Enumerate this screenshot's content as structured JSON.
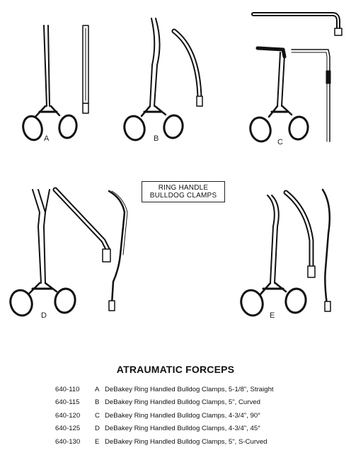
{
  "box_title": {
    "line1": "RING HANDLE",
    "line2": "BULLDOG CLAMPS"
  },
  "heading": "ATRAUMATIC FORCEPS",
  "figure_letters": [
    "A",
    "B",
    "C",
    "D",
    "E"
  ],
  "catalog": [
    {
      "code": "640-110",
      "option": "A",
      "description": "DeBakey Ring Handled Bulldog Clamps, 5-1/8\", Straight"
    },
    {
      "code": "640-115",
      "option": "B",
      "description": "DeBakey Ring Handled Bulldog Clamps, 5\", Curved"
    },
    {
      "code": "640-120",
      "option": "C",
      "description": "DeBakey Ring Handled Bulldog Clamps, 4-3/4\", 90°"
    },
    {
      "code": "640-125",
      "option": "D",
      "description": "DeBakey Ring Handled Bulldog Clamps, 4-3/4\", 45°"
    },
    {
      "code": "640-130",
      "option": "E",
      "description": "DeBakey Ring Handled Bulldog Clamps, 5\", S-Curved"
    }
  ]
}
